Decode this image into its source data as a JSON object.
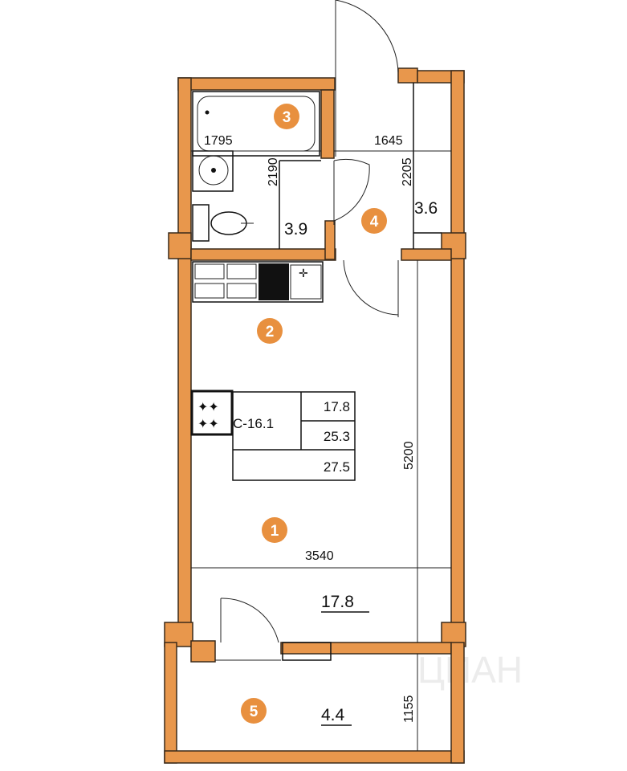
{
  "plan": {
    "rooms": [
      {
        "number": "1",
        "area": "17.8"
      },
      {
        "number": "2"
      },
      {
        "number": "3",
        "area": "3.9"
      },
      {
        "number": "4",
        "area": "3.6"
      },
      {
        "number": "5",
        "area": "4.4"
      }
    ],
    "dimensions": {
      "bath_width": "1795",
      "bath_depth": "2190",
      "hall_width": "1645",
      "hall_depth": "2205",
      "room_depth": "5200",
      "room_width": "3540",
      "balcony_depth": "1155"
    },
    "table": {
      "code": "С-16.1",
      "living_area": "17.8",
      "total_area": "25.3",
      "total_with_balcony": "27.5"
    },
    "watermark": "ЦИАН",
    "colors": {
      "wall": "#E8974C",
      "badge": "#E8903F"
    }
  }
}
